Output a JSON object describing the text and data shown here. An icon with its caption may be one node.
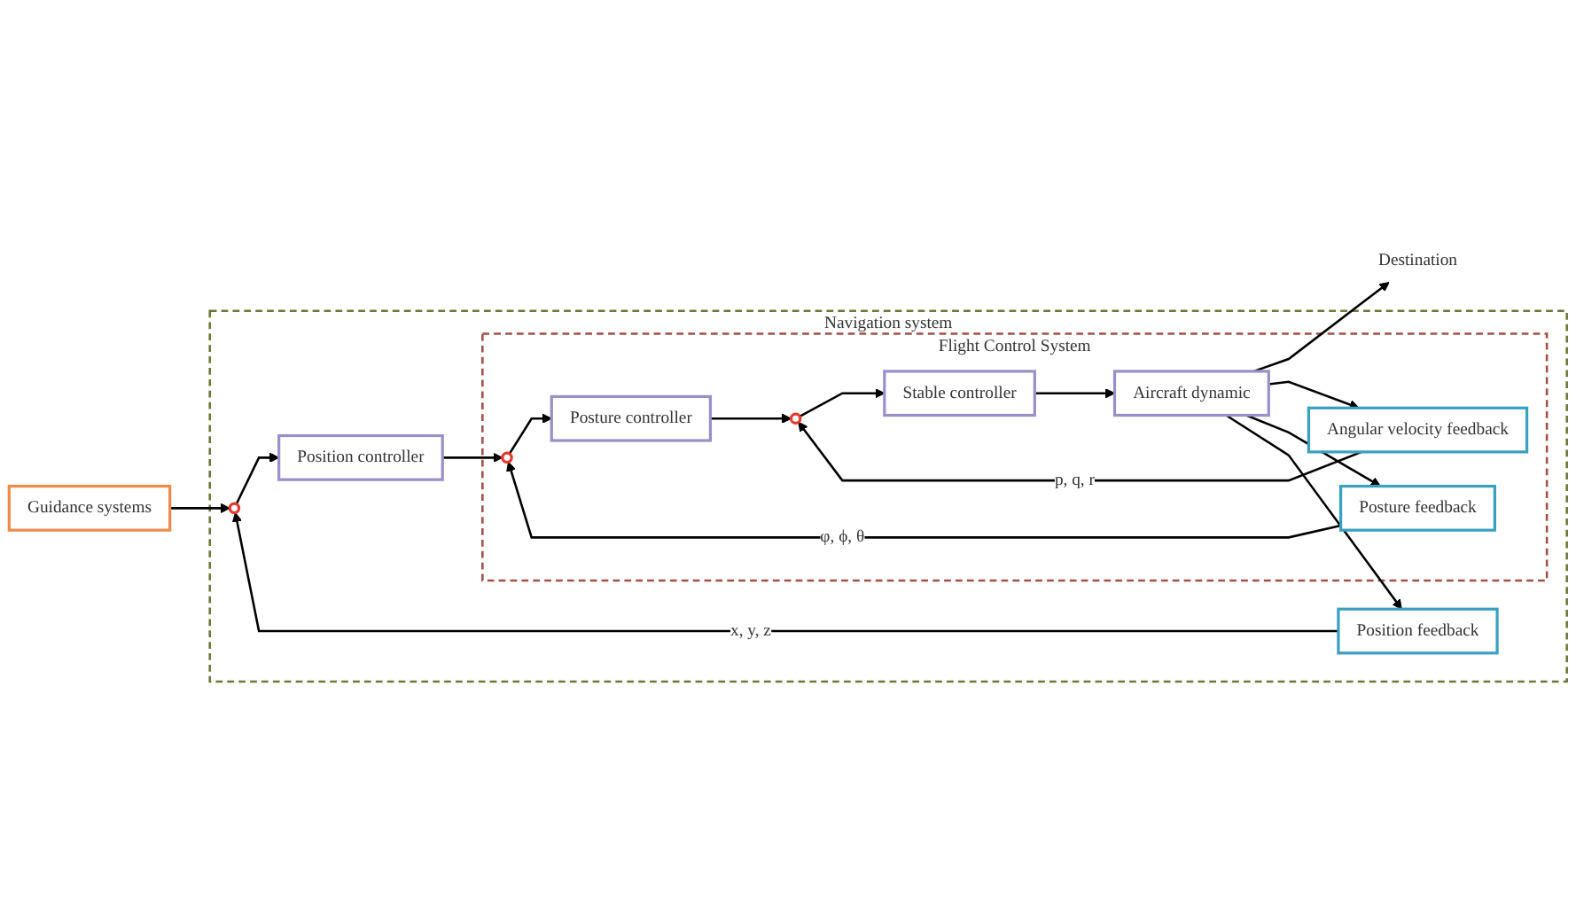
{
  "diagram": {
    "nodes": [
      {
        "text": [
          "Navigation system"
        ]
      },
      {
        "text": [
          "Guidance systems"
        ]
      },
      {
        "text": [],
        "shape": "circle",
        "in": 0
      },
      {
        "text": [
          "Position controller"
        ],
        "in": 0
      },
      {
        "text": [
          "Flight Control System"
        ],
        "in": 0
      },
      {
        "text": [],
        "shape": "circle",
        "in": 4
      },
      {
        "text": [
          "Posture controller"
        ],
        "in": 4
      },
      {
        "text": [],
        "shape": "circle",
        "in": 4
      },
      {
        "text": [
          "Stable controller"
        ],
        "in": 4
      },
      {
        "text": [
          "Aircraft dynamic"
        ],
        "in": 4
      },
      {
        "text": [
          "Angular velocity feedback"
        ],
        "in": 4
      },
      {
        "text": [
          "Posture feedback"
        ],
        "in": 4
      },
      {
        "text": [
          "Position feedback"
        ],
        "in": 0
      },
      {
        "text": [
          "Destination"
        ]
      }
    ],
    "edges": [
      {
        "from": 1,
        "to": 2,
        "arrow": "to"
      },
      {
        "from": 2,
        "to": 3,
        "arrow": "to"
      },
      {
        "from": 3,
        "to": 5,
        "arrow": "to"
      },
      {
        "from": 5,
        "to": 6,
        "arrow": "to"
      },
      {
        "from": 6,
        "to": 7,
        "arrow": "to"
      },
      {
        "from": 7,
        "to": 8,
        "arrow": "to"
      },
      {
        "from": 8,
        "to": 9,
        "arrow": "to"
      },
      {
        "from": 9,
        "to": 13,
        "arrow": "to"
      },
      {
        "from": 9,
        "to": 10,
        "arrow": "to"
      },
      {
        "from": 9,
        "to": 11,
        "arrow": "to"
      },
      {
        "from": 9,
        "to": 12,
        "arrow": "to"
      },
      {
        "from": 10,
        "to": 7,
        "arrow": "to",
        "label": "p, q, r"
      },
      {
        "from": 11,
        "to": 5,
        "arrow": "to",
        "label": "φ, ϕ, θ"
      },
      {
        "from": 12,
        "to": 2,
        "arrow": "to",
        "label": "x, y, z"
      }
    ]
  }
}
